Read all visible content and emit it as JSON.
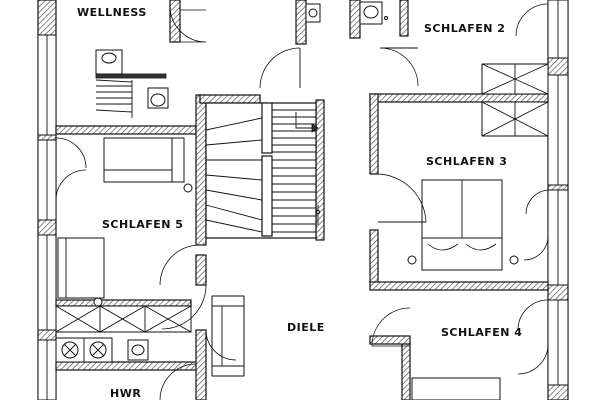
{
  "plan": {
    "rooms": {
      "wellness": "WELLNESS",
      "schlafen2": "SCHLAFEN 2",
      "schlafen3": "SCHLAFEN 3",
      "schlafen4": "SCHLAFEN 4",
      "schlafen5": "SCHLAFEN 5",
      "diele": "DIELE",
      "hwr": "HWR"
    },
    "colors": {
      "line": "#111111",
      "background": "#ffffff",
      "window": "#dddddd"
    }
  }
}
